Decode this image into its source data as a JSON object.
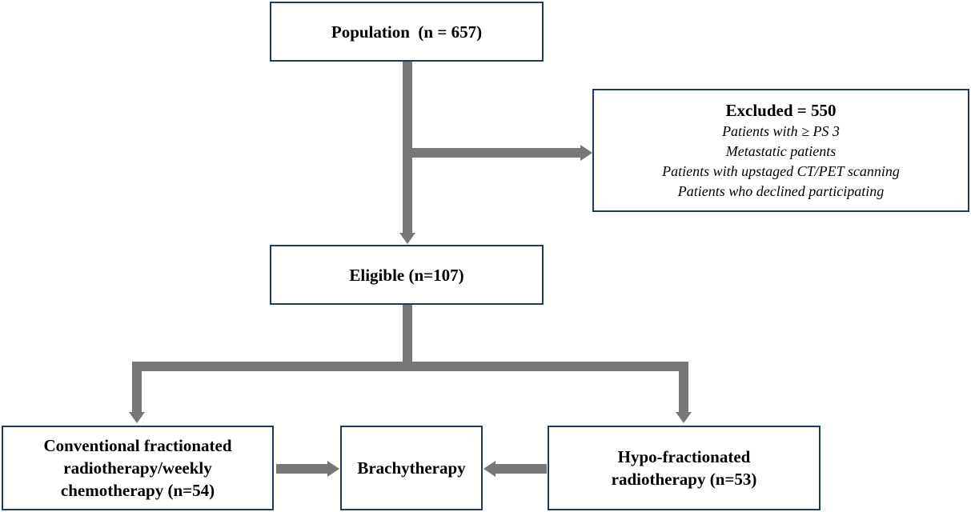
{
  "nodes": {
    "population": "Population  (n = 657)",
    "excluded": {
      "title": "Excluded = 550",
      "reasons": [
        "Patients with ≥ PS 3",
        "Metastatic patients",
        "Patients with upstaged CT/PET scanning",
        "Patients who declined participating"
      ]
    },
    "eligible": "Eligible (n=107)",
    "conventional": {
      "lines": [
        "Conventional fractionated",
        "radiotherapy/weekly",
        "chemotherapy (n=54)"
      ]
    },
    "brachytherapy": "Brachytherapy",
    "hypo": {
      "lines": [
        "Hypo-fractionated",
        "radiotherapy (n=53)"
      ]
    }
  },
  "colors": {
    "box_border": "#1f3a5a",
    "arrow": "#777777"
  }
}
